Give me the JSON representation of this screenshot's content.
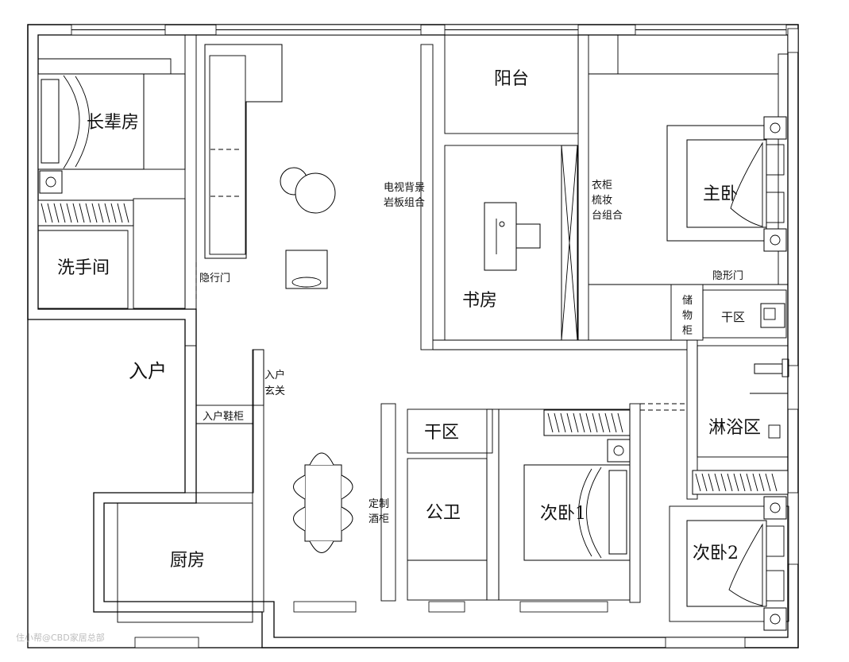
{
  "rooms": {
    "elder_room": "长辈房",
    "washroom": "洗手间",
    "balcony": "阳台",
    "study": "书房",
    "master_bedroom": "主卧",
    "entrance": "入户",
    "dry_zone_master": "干区",
    "shower_zone": "淋浴区",
    "dry_zone_public": "干区",
    "public_bathroom": "公卫",
    "second_bedroom_1": "次卧1",
    "second_bedroom_2": "次卧2",
    "kitchen": "厨房"
  },
  "notes": {
    "tv_wall_line1": "电视背景",
    "tv_wall_line2": "岩板组合",
    "wardrobe_line1": "衣柜",
    "wardrobe_line2": "梳妆",
    "wardrobe_line3": "台组合",
    "hidden_door_left": "隐行门",
    "hidden_door_right": "隐形门",
    "storage_line1": "储",
    "storage_line2": "物",
    "storage_line3": "柜",
    "foyer_line1": "入户",
    "foyer_line2": "玄关",
    "shoe_cabinet": "入户鞋柜",
    "wine_cabinet_line1": "定制",
    "wine_cabinet_line2": "酒柜"
  },
  "watermark": "住小帮@CBD家居总部"
}
